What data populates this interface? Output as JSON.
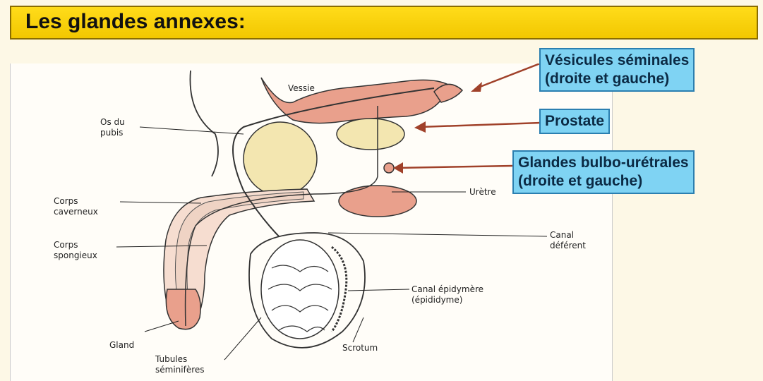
{
  "title": "Les glandes annexes:",
  "callouts": {
    "vesicules_line1": "Vésicules séminales",
    "vesicules_line2": "(droite et gauche)",
    "prostate": "Prostate",
    "bulbo_line1": "Glandes bulbo-urétrales",
    "bulbo_line2": "(droite et gauche)"
  },
  "labels": {
    "vessie": "Vessie",
    "os_pubis_1": "Os du",
    "os_pubis_2": "pubis",
    "corps_caverneux_1": "Corps",
    "corps_caverneux_2": "caverneux",
    "corps_spongieux_1": "Corps",
    "corps_spongieux_2": "spongieux",
    "uretre": "Urètre",
    "canal_deferent_1": "Canal",
    "canal_deferent_2": "déférent",
    "canal_epidymere_1": "Canal épidymère",
    "canal_epidymere_2": "(épididyme)",
    "gland": "Gland",
    "scrotum": "Scrotum",
    "tubules_1": "Tubules",
    "tubules_2": "séminifères"
  },
  "colors": {
    "title_bg": "#f5cc00",
    "callout_bg": "#7fd3f3",
    "tissue_pink": "#e9a08c",
    "gland_yellow": "#f3e6b0",
    "arrow": "#a0412a"
  }
}
